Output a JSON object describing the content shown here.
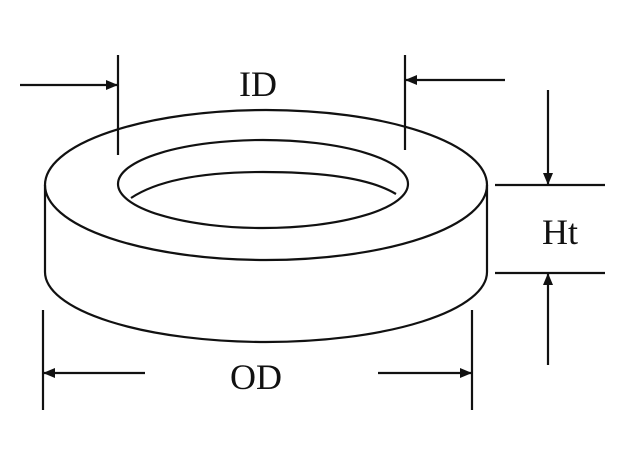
{
  "labels": {
    "inner_diameter": "ID",
    "outer_diameter": "OD",
    "height": "Ht"
  }
}
